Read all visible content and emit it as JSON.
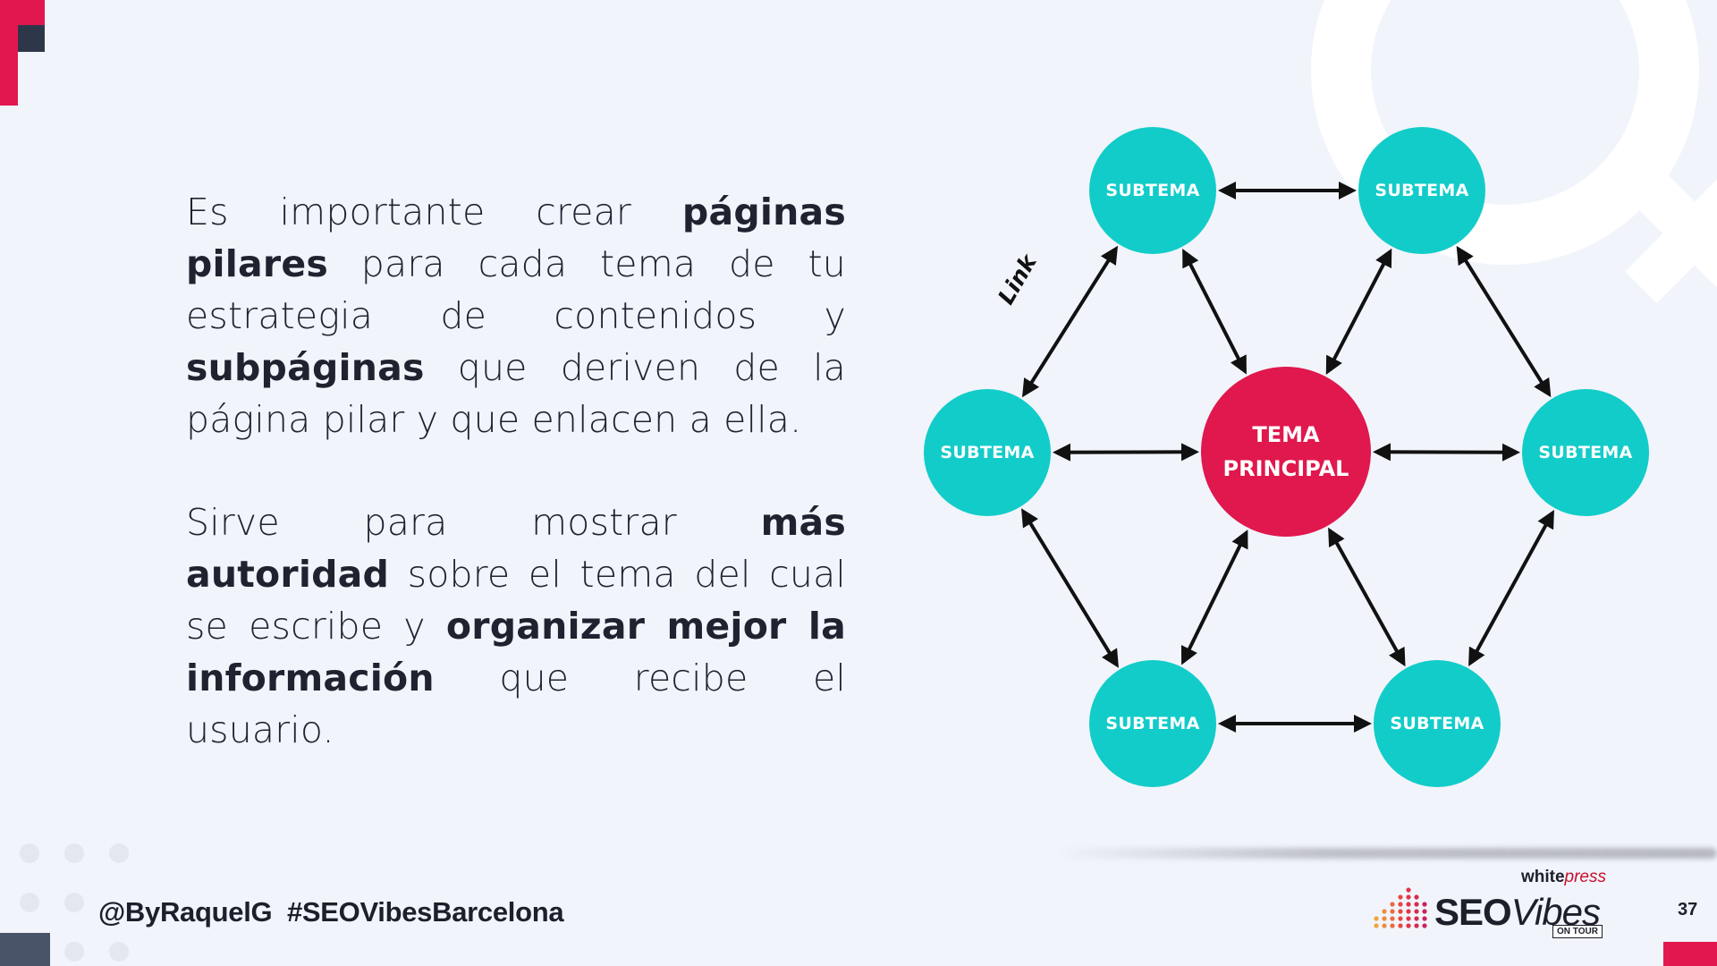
{
  "slide": {
    "paragraph1": {
      "t1": "Es importante crear ",
      "b1": "páginas pilares",
      "t2": " para cada tema de tu estrategia de contenidos y ",
      "b2": "subpáginas",
      "t3": " que deriven de la página pilar y que enlacen a ella."
    },
    "paragraph2": {
      "t1": "Sirve para mostrar ",
      "b1": "más autoridad",
      "t2": " sobre el tema del cual se escribe y ",
      "b2": "organizar mejor la información",
      "t3": " que recibe el usuario."
    }
  },
  "diagram": {
    "center_line1": "TEMA",
    "center_line2": "PRINCIPAL",
    "nodes": [
      "SUBTEMA",
      "SUBTEMA",
      "SUBTEMA",
      "SUBTEMA",
      "SUBTEMA",
      "SUBTEMA"
    ],
    "link_label": "Link",
    "colors": {
      "subtopic": "#12ccc9",
      "main": "#e0184d",
      "arrow": "#111111"
    }
  },
  "footer": {
    "handle": "@ByRaquelG  #SEOVibesBarcelona",
    "page_number": "37",
    "logo_whitepress": "white",
    "logo_whitepress_italic": "press",
    "logo_seo": "SEO",
    "logo_vibes": "Vibes",
    "logo_ontour": "ON TOUR"
  },
  "colors": {
    "accent": "#e3174f",
    "dark": "#2e3749",
    "background": "#f1f4fb"
  }
}
